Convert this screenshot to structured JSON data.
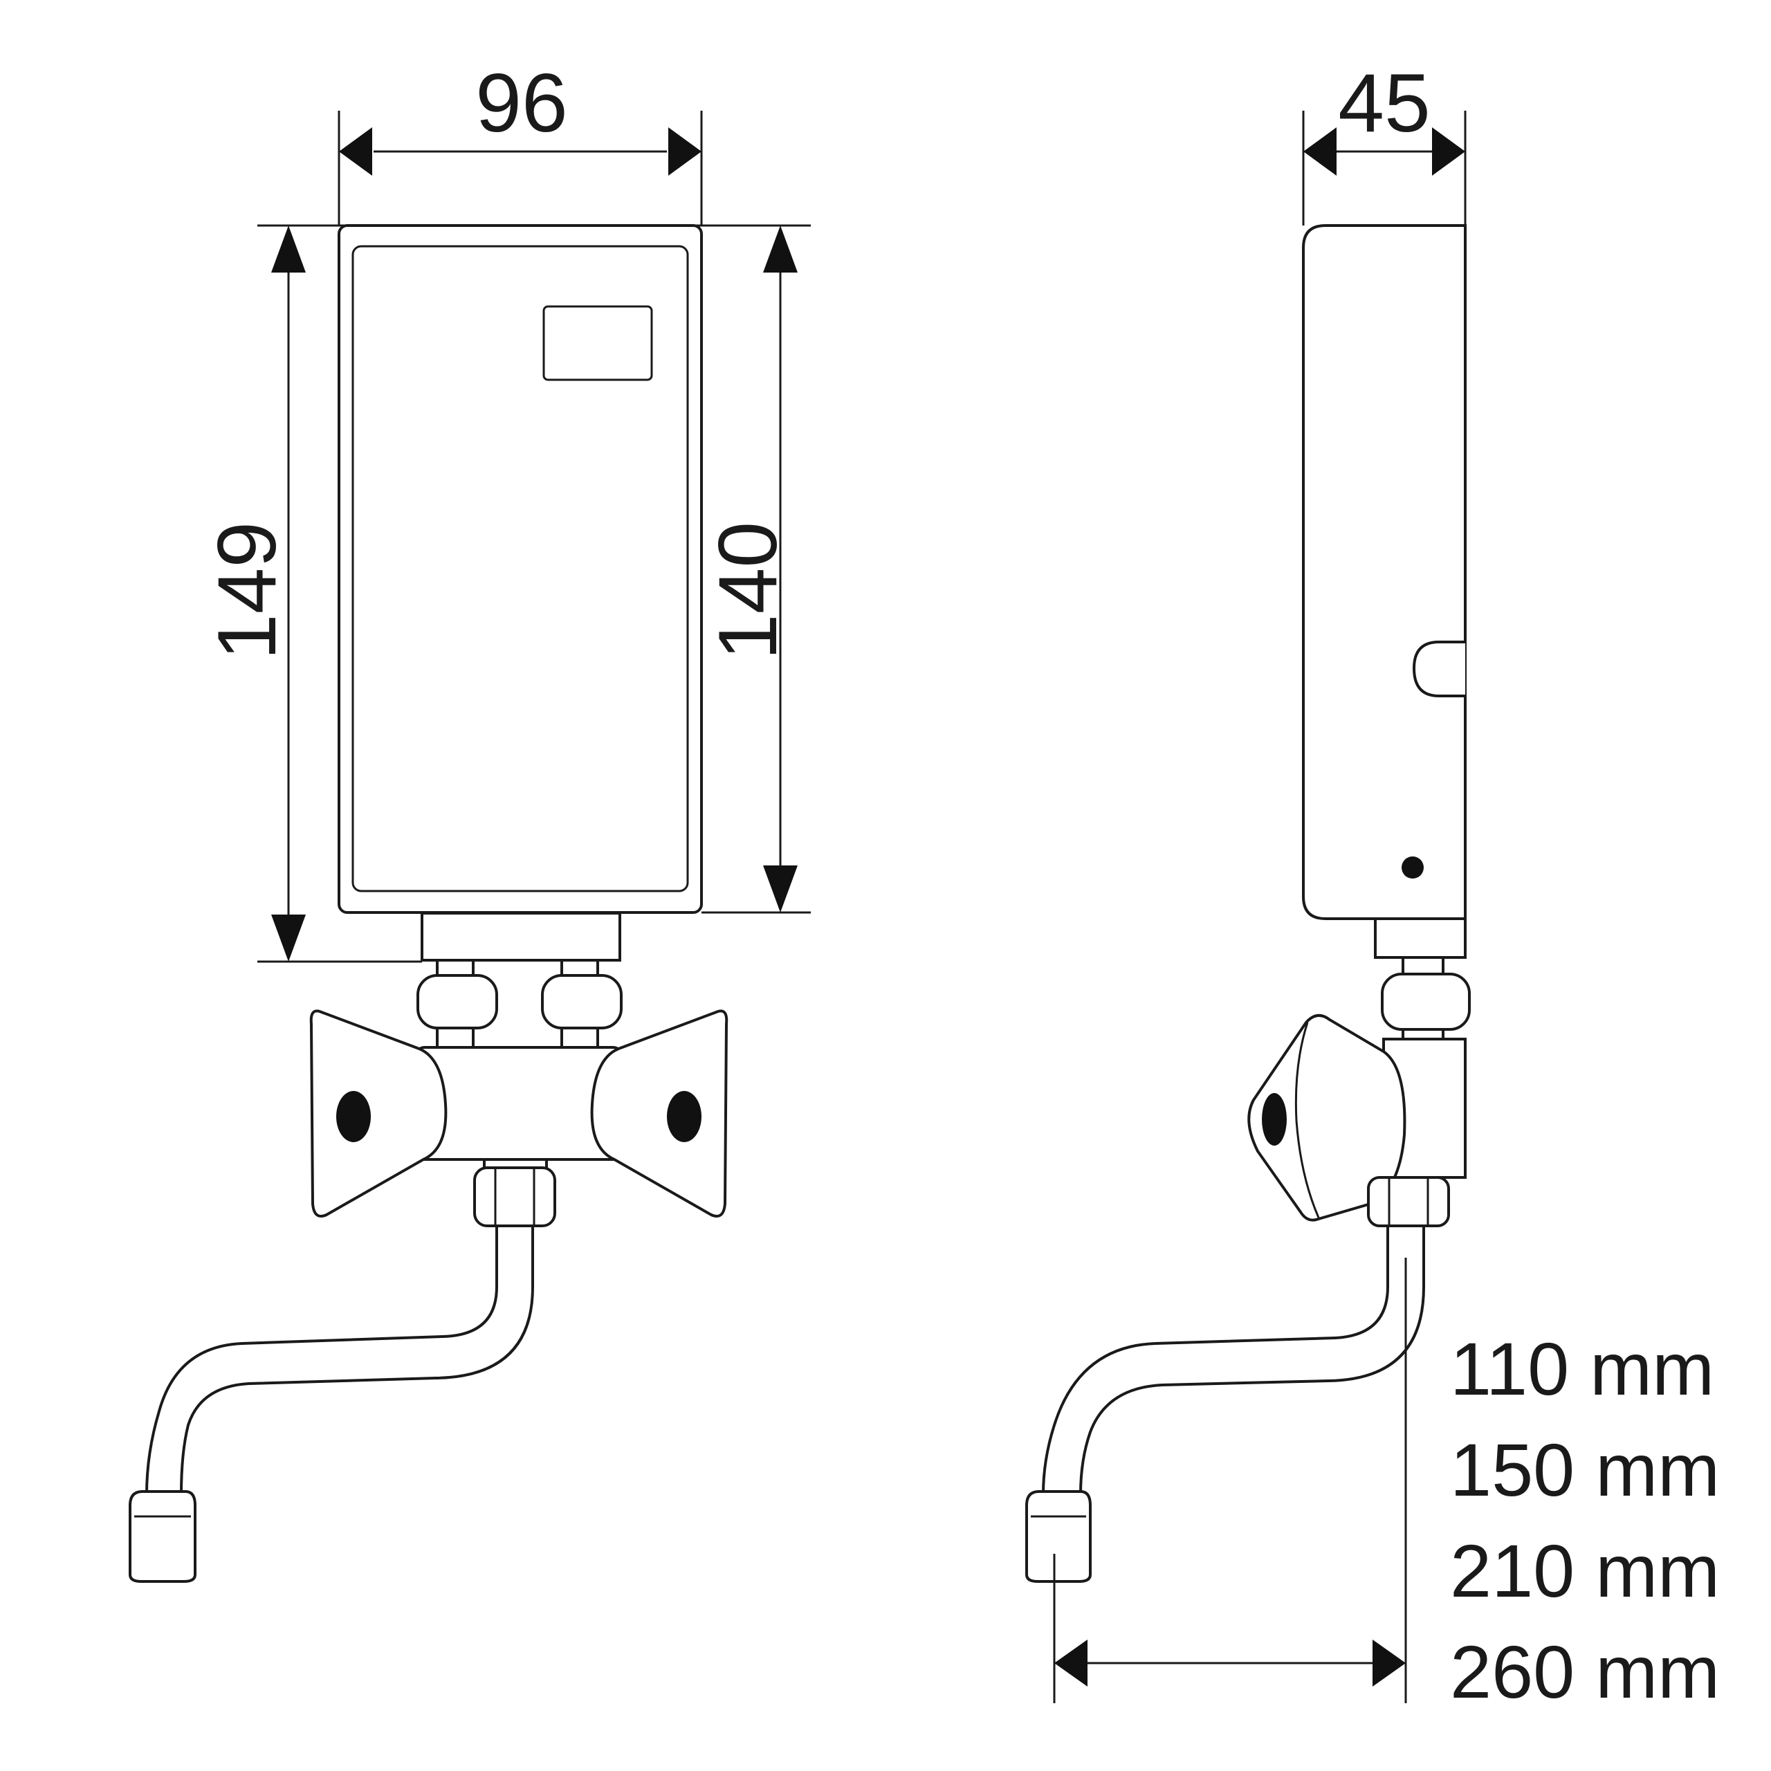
{
  "dimensions": {
    "front_width": "96",
    "front_height_total": "149",
    "front_height_body": "140",
    "side_depth": "45"
  },
  "spout_lengths": [
    "110 mm",
    "150 mm",
    "210 mm",
    "260 mm"
  ]
}
